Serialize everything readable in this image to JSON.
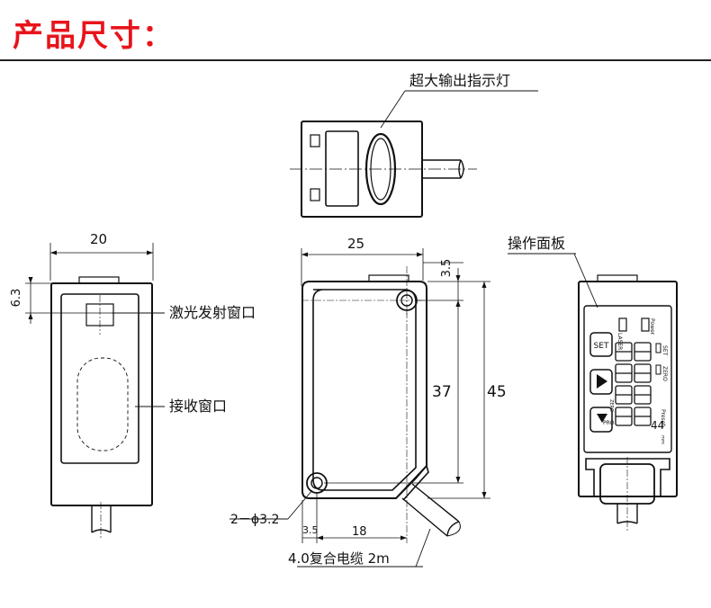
{
  "header": {
    "title": "产品尺寸："
  },
  "labels": {
    "output_indicator": "超大输出指示灯",
    "laser_window": "激光发射窗口",
    "receive_window": "接收窗口",
    "operation_panel": "操作面板",
    "hole_note": "2－ϕ3.2",
    "cable_note": "4.0复合电缆 2m"
  },
  "dimensions": {
    "width_side": "20",
    "width_front": "25",
    "top_offset": "3.5",
    "left_offset": "6.3",
    "height_inner": "37",
    "height_total": "45",
    "bottom_left": "3.5",
    "bottom_span": "18"
  },
  "panel": {
    "power": "Power",
    "laser": "LASER",
    "set_button": "SET",
    "set_indicator": "SET",
    "zero_indicator": "ZERO",
    "zero_side": "ZERO",
    "preset": "Preset",
    "pro": "PRO",
    "unit": "mm",
    "display_value": "44"
  }
}
